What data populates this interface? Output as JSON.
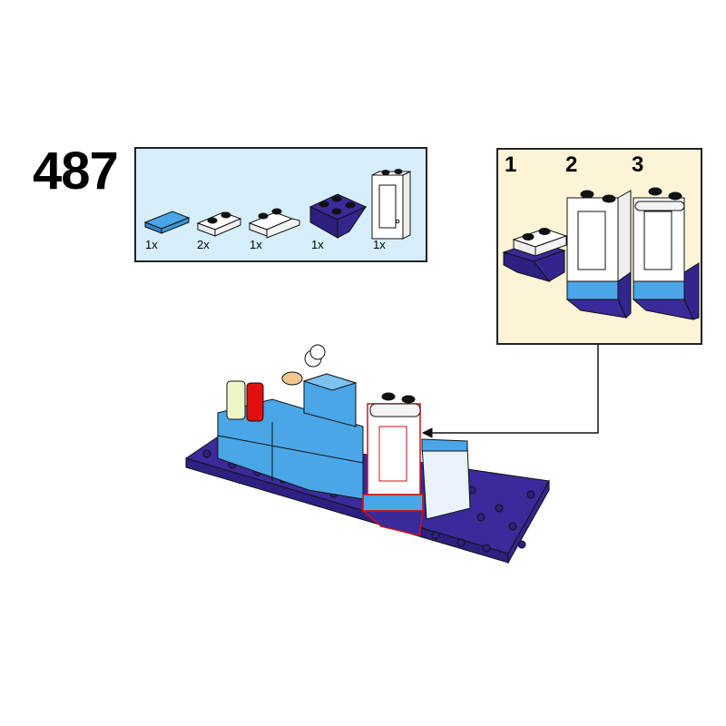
{
  "step": {
    "number": "487"
  },
  "parts_list": {
    "background": "#d5eefa",
    "items": [
      {
        "name": "tile-1x2-light-blue",
        "qty": "1x"
      },
      {
        "name": "plate-1x2-white",
        "qty": "2x"
      },
      {
        "name": "plate-1x2-handle-white",
        "qty": "1x"
      },
      {
        "name": "slope-inverted-2x2-purple",
        "qty": "1x"
      },
      {
        "name": "window-frame-1x2x3-white",
        "qty": "1x"
      }
    ]
  },
  "sub_assembly": {
    "background": "#fdf3d6",
    "steps": [
      {
        "label": "1"
      },
      {
        "label": "2"
      },
      {
        "label": "3"
      }
    ]
  },
  "colors": {
    "purple": "#3a2a9a",
    "light_blue": "#4aa6e6",
    "white": "#ffffff",
    "highlight": "#d01010"
  }
}
